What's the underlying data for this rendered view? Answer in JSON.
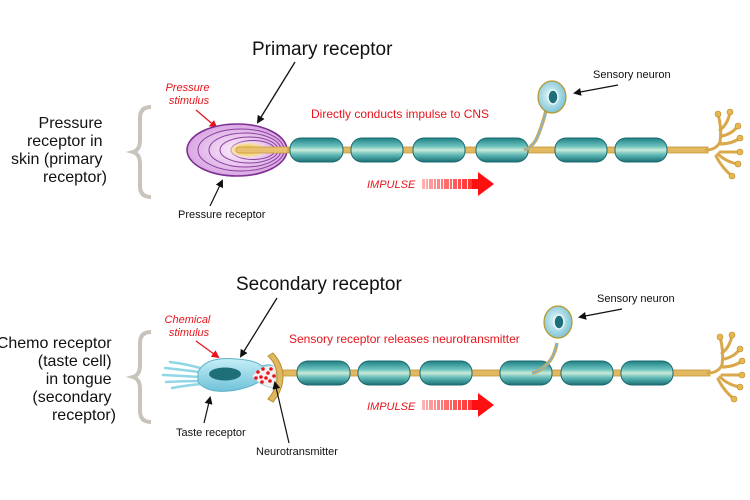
{
  "panels": [
    {
      "side_label": [
        "Pressure",
        "receptor in",
        "skin (primary",
        "receptor)"
      ],
      "title": "Primary receptor",
      "stimulus": [
        "Pressure",
        "stimulus"
      ],
      "receptor_label": "Pressure receptor",
      "action": "Directly conducts impulse to CNS",
      "neuron_label": "Sensory neuron",
      "impulse": "IMPULSE"
    },
    {
      "side_label": [
        "Chemo receptor",
        "(taste cell)",
        "in tongue",
        "(secondary",
        "receptor)"
      ],
      "title": "Secondary receptor",
      "stimulus": [
        "Chemical",
        "stimulus"
      ],
      "receptor_label": "Taste receptor",
      "neurotransmitter_label": "Neurotransmitter",
      "action": "Sensory receptor releases neurotransmitter",
      "neuron_label": "Sensory neuron",
      "impulse": "IMPULSE"
    }
  ],
  "colors": {
    "red": "#e8141c",
    "myelin": "#2a9a9c",
    "axon": "#e0b050",
    "pressure": "#8a3fa0",
    "taste": "#8fd6e6"
  }
}
